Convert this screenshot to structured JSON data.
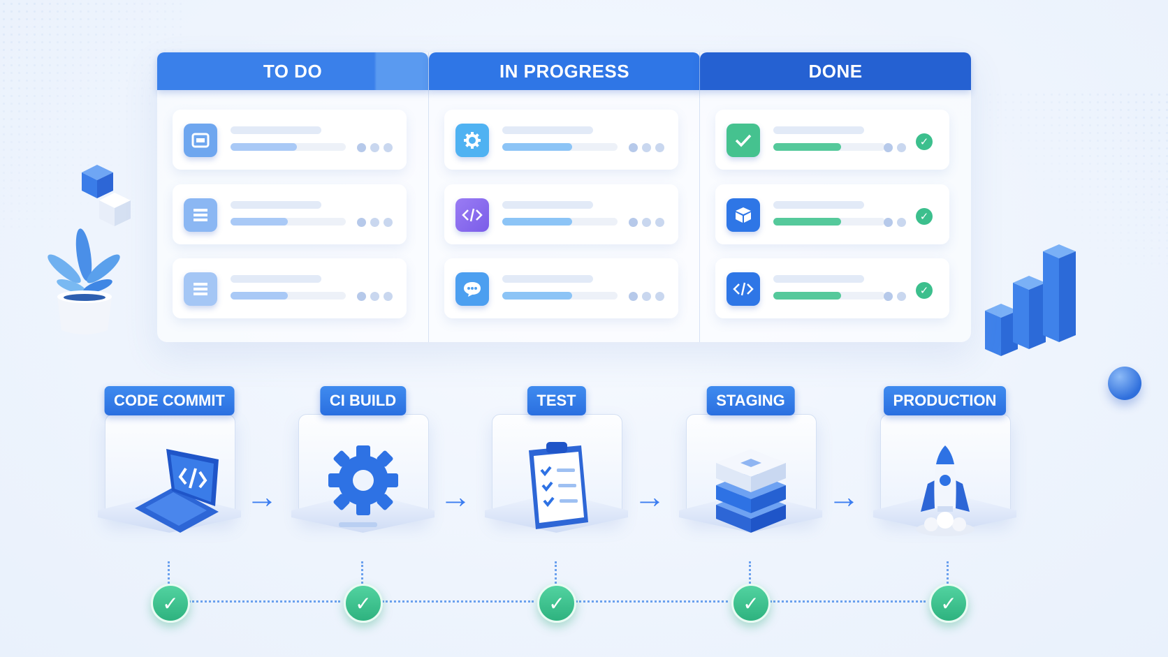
{
  "board": {
    "columns": [
      {
        "title": "TO DO",
        "color": "#3d86ee",
        "bar_color": "#a9c9f6",
        "cards": [
          {
            "icon": "layout-icon",
            "icon_color": "#6ea6ef"
          },
          {
            "icon": "list-icon",
            "icon_color": "#8bb7f3"
          },
          {
            "icon": "list-icon",
            "icon_color": "#a4c6f5"
          }
        ]
      },
      {
        "title": "IN PROGRESS",
        "color": "#2f76e6",
        "bar_color": "#8cc4f6",
        "cards": [
          {
            "icon": "gear-icon",
            "icon_color": "#4fb2f2"
          },
          {
            "icon": "code-icon",
            "icon_color": "#8b6ef0"
          },
          {
            "icon": "chat-icon",
            "icon_color": "#4c9ff0"
          }
        ]
      },
      {
        "title": "DONE",
        "color": "#2561d2",
        "bar_color": "#55c99b",
        "cards": [
          {
            "icon": "check-icon",
            "icon_color": "#45c28f"
          },
          {
            "icon": "cube-icon",
            "icon_color": "#2e76e6"
          },
          {
            "icon": "code-icon",
            "icon_color": "#2e76e6"
          }
        ]
      }
    ]
  },
  "pipeline": {
    "stages": [
      {
        "label": "CODE COMMIT",
        "icon": "laptop-code-icon"
      },
      {
        "label": "CI BUILD",
        "icon": "gear-icon"
      },
      {
        "label": "TEST",
        "icon": "clipboard-checklist-icon"
      },
      {
        "label": "STAGING",
        "icon": "server-stack-icon"
      },
      {
        "label": "PRODUCTION",
        "icon": "rocket-icon"
      }
    ],
    "status_icon": "check-circle-icon",
    "accent": "#2e76e6",
    "success": "#3cbf8d"
  }
}
